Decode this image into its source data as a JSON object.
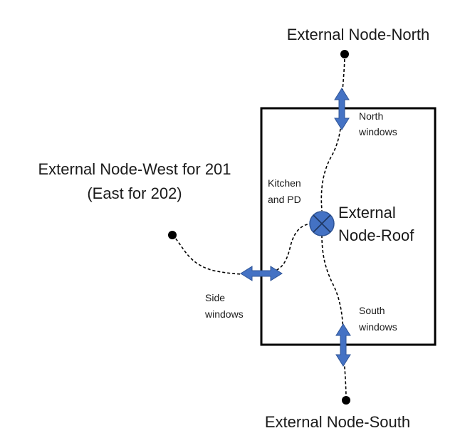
{
  "nodes": {
    "north": "External Node-North",
    "south": "External Node-South",
    "west_line1": "External Node-West for 201",
    "west_line2": "(East for 202)",
    "roof_line1": "External",
    "roof_line2": "Node-Roof"
  },
  "zones": {
    "kitchen_line1": "Kitchen",
    "kitchen_line2": "and PD"
  },
  "openings": {
    "north_line1": "North",
    "north_line2": "windows",
    "south_line1": "South",
    "south_line2": "windows",
    "side_line1": "Side",
    "side_line2": "windows"
  },
  "colors": {
    "arrow": "#4472C4",
    "roof_node": "#4472C4",
    "lines": "#000000"
  }
}
